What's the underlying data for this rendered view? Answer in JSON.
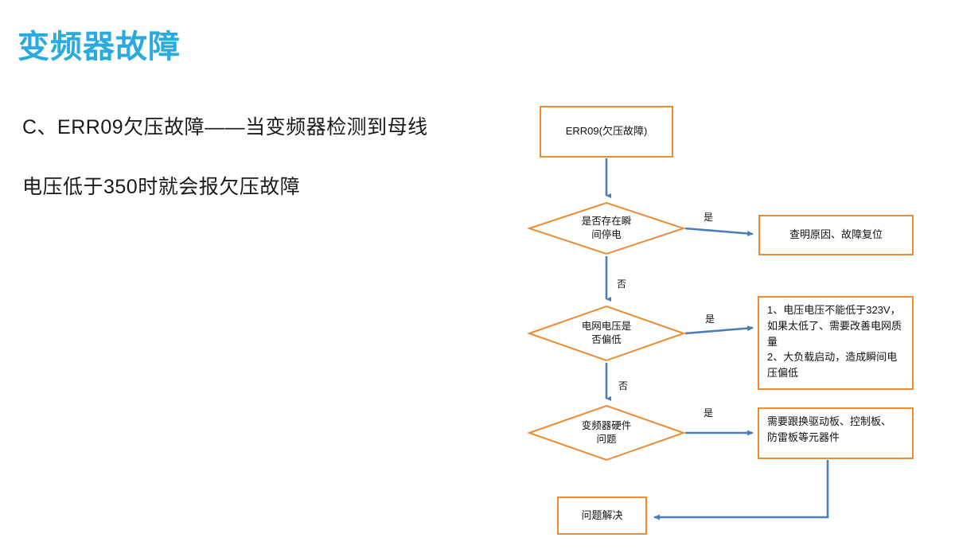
{
  "slide": {
    "title": "变频器故障",
    "body": [
      "C、ERR09欠压故障——当变频器检测到母线",
      "电压低于350时就会报欠压故障"
    ]
  },
  "theme": {
    "title_color": "#29ABE2",
    "node_border_color": "#ED8B33",
    "connector_color": "#4A7EBB",
    "text_color": "#111111",
    "background": "#FFFFFF"
  },
  "flowchart": {
    "nodes": {
      "start": {
        "id": "err09",
        "shape": "box",
        "label": "ERR09(欠压故障)"
      },
      "decision_outage": {
        "id": "outage",
        "shape": "diamond",
        "label": "是否存在瞬\n间停电"
      },
      "decision_grid_voltage": {
        "id": "grid-voltage",
        "shape": "diamond",
        "label": "电网电压是\n否偏低"
      },
      "decision_hardware": {
        "id": "hardware",
        "shape": "diamond",
        "label": "变频器硬件\n问题"
      },
      "action_check_power": {
        "id": "check-power",
        "shape": "box",
        "label": "查明原因、故障复位"
      },
      "action_voltage_advice": {
        "id": "voltage-advice",
        "shape": "box",
        "lines": [
          "1、电压电压不能低于323V，",
          "如果太低了、需要改善电网质",
          "量",
          "2、大负载启动，造成瞬间电",
          "压偏低"
        ]
      },
      "action_hardware_advice": {
        "id": "hardware-advice",
        "shape": "box",
        "lines": [
          "需要跟换驱动板、控制板、",
          "防雷板等元器件"
        ]
      },
      "end": {
        "id": "resolved",
        "shape": "box",
        "label": "问题解决"
      }
    },
    "edge_labels": {
      "yes_outage": "是",
      "no_outage": "否",
      "yes_grid_voltage": "是",
      "no_grid_voltage": "否",
      "yes_hardware": "是"
    }
  }
}
